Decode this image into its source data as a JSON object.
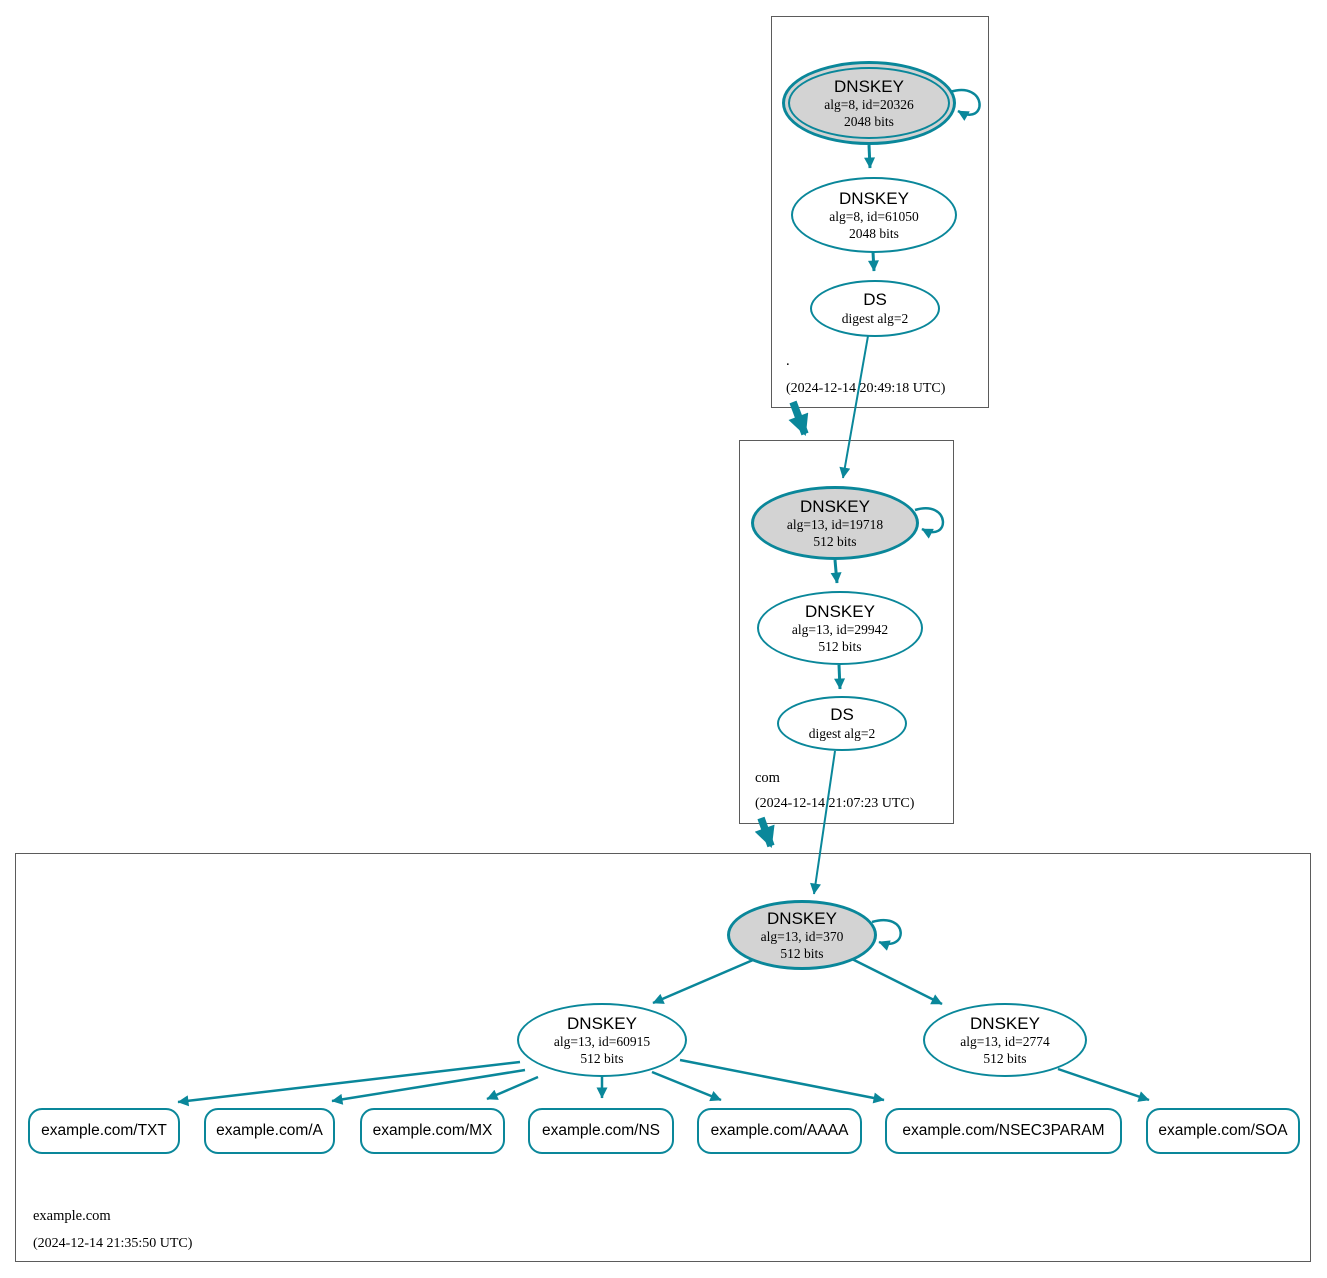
{
  "colors": {
    "edge": "#0a879a",
    "ksk_fill": "#d3d3d3",
    "node_fill": "#ffffff",
    "box_border": "#5b5b5b",
    "text": "#000000"
  },
  "zones": {
    "root": {
      "label": ".",
      "timestamp": "(2024-12-14 20:49:18 UTC)",
      "ksk": {
        "type": "DNSKEY",
        "alg_id": "alg=8, id=20326",
        "bits": "2048 bits"
      },
      "zsk": {
        "type": "DNSKEY",
        "alg_id": "alg=8, id=61050",
        "bits": "2048 bits"
      },
      "ds": {
        "type": "DS",
        "digest": "digest alg=2"
      }
    },
    "com": {
      "label": "com",
      "timestamp": "(2024-12-14 21:07:23 UTC)",
      "ksk": {
        "type": "DNSKEY",
        "alg_id": "alg=13, id=19718",
        "bits": "512 bits"
      },
      "zsk": {
        "type": "DNSKEY",
        "alg_id": "alg=13, id=29942",
        "bits": "512 bits"
      },
      "ds": {
        "type": "DS",
        "digest": "digest alg=2"
      }
    },
    "example": {
      "label": "example.com",
      "timestamp": "(2024-12-14 21:35:50 UTC)",
      "ksk": {
        "type": "DNSKEY",
        "alg_id": "alg=13, id=370",
        "bits": "512 bits"
      },
      "zsk_left": {
        "type": "DNSKEY",
        "alg_id": "alg=13, id=60915",
        "bits": "512 bits"
      },
      "zsk_right": {
        "type": "DNSKEY",
        "alg_id": "alg=13, id=2774",
        "bits": "512 bits"
      },
      "rrsets": [
        {
          "label": "example.com/TXT"
        },
        {
          "label": "example.com/A"
        },
        {
          "label": "example.com/MX"
        },
        {
          "label": "example.com/NS"
        },
        {
          "label": "example.com/AAAA"
        },
        {
          "label": "example.com/NSEC3PARAM"
        },
        {
          "label": "example.com/SOA"
        }
      ]
    }
  }
}
